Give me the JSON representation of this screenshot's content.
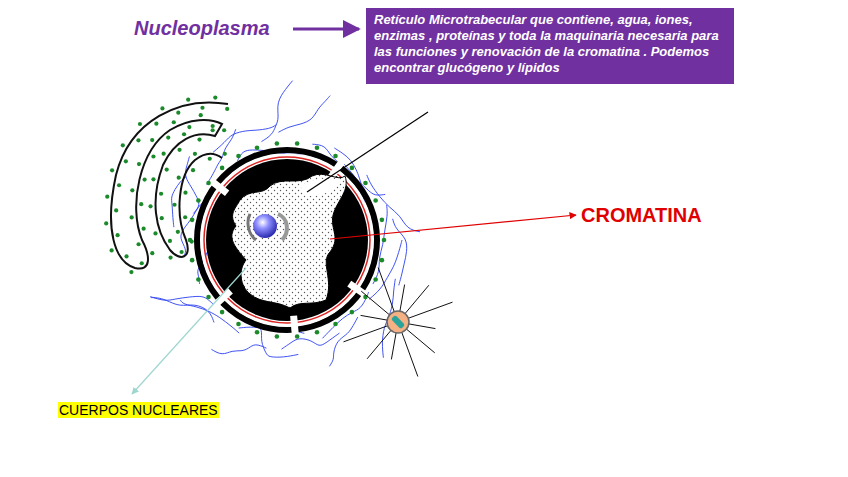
{
  "diagram": {
    "nodes": [
      {
        "text": [
          "Retículo Microtrabecular que contiene, agua, iones, enzimas , proteínas y toda la maquinaria necesaria para las funciones y renovación de la cromatina . Podemos encontrar glucógeno y lípidos"
        ]
      }
    ],
    "labels": [
      "Nucleoplasma",
      "CROMATINA",
      "CUERPOS NUCLEARES"
    ]
  }
}
